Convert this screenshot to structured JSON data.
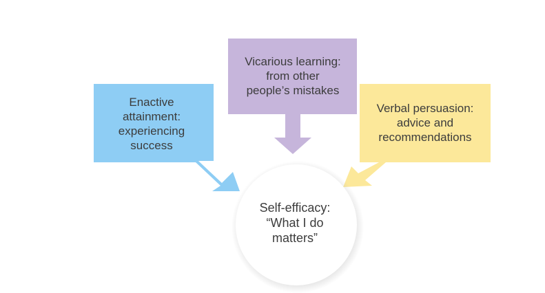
{
  "diagram": {
    "center": {
      "text": "Self-efficacy:\n“What I do\nmatters”"
    },
    "sources": [
      {
        "id": "enactive",
        "text": "Enactive\nattainment:\nexperiencing\nsuccess",
        "color": "#8ecdf4"
      },
      {
        "id": "vicarious",
        "text": "Vicarious learning:\nfrom other\npeople’s mistakes",
        "color": "#c6b5db"
      },
      {
        "id": "verbal",
        "text": "Verbal persuasion:\nadvice and\nrecommendations",
        "color": "#fce89a"
      }
    ],
    "colors": {
      "center_fill": "#ffffff",
      "center_shadow": "#b9b9b9",
      "text": "#3c3c3c"
    }
  }
}
